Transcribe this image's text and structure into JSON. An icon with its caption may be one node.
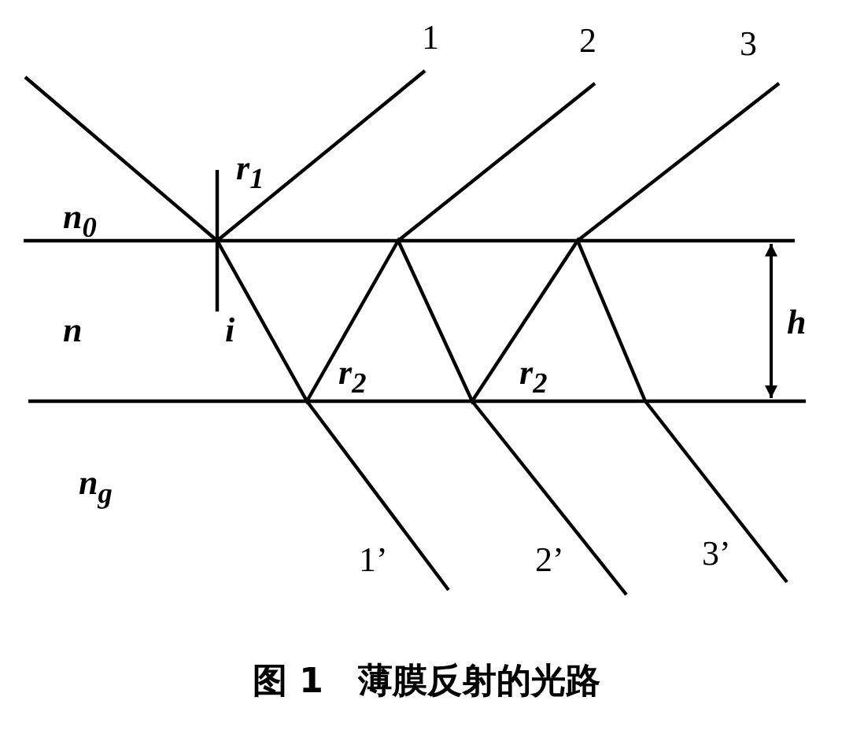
{
  "diagram": {
    "caption": "图 1　薄膜反射的光路",
    "labels": [
      "1",
      "2",
      "3",
      "r$_{1}$",
      "n$_{0}$",
      "n",
      "i",
      "h",
      "r$_{2}$",
      "r$_{2}$",
      "n$_{g}$",
      "1’",
      "2’",
      "3’"
    ]
  }
}
